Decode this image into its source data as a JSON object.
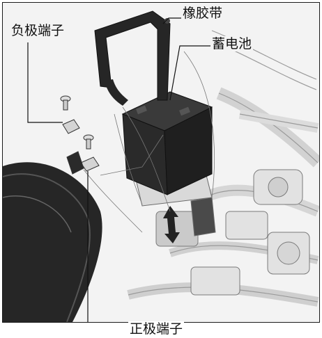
{
  "labels": {
    "rubber_band": "橡胶带",
    "battery": "蓄电池",
    "negative_terminal": "负极端子",
    "positive_terminal": "正极端子"
  },
  "colors": {
    "background": "#f3f3f3",
    "line": "#1a1a1a",
    "battery_body": "#2a2a2a",
    "rubber_band": "#262626",
    "frame_gray": "#bdbdbd"
  }
}
